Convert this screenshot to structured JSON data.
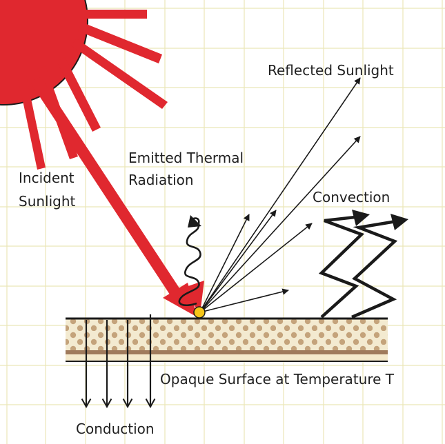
{
  "labels": {
    "reflected_sunlight": "Reflected Sunlight",
    "emitted_thermal_line1": "Emitted Thermal",
    "emitted_thermal_line2": "Radiation",
    "incident_line1": "Incident",
    "incident_line2": "Sunlight",
    "convection": "Convection",
    "opaque_surface": "Opaque Surface at Temperature T",
    "conduction": "Conduction"
  },
  "colors": {
    "sun": "#e0282f",
    "grid": "#ebe7b8",
    "surface_fill": "#f3ead0",
    "surface_dots": "#c4a37b",
    "surface_stripe": "#a07a5c",
    "surface_stripe_light": "#f5e9cc",
    "hotspot": "#f5c518",
    "ink": "#1a1a1a"
  }
}
